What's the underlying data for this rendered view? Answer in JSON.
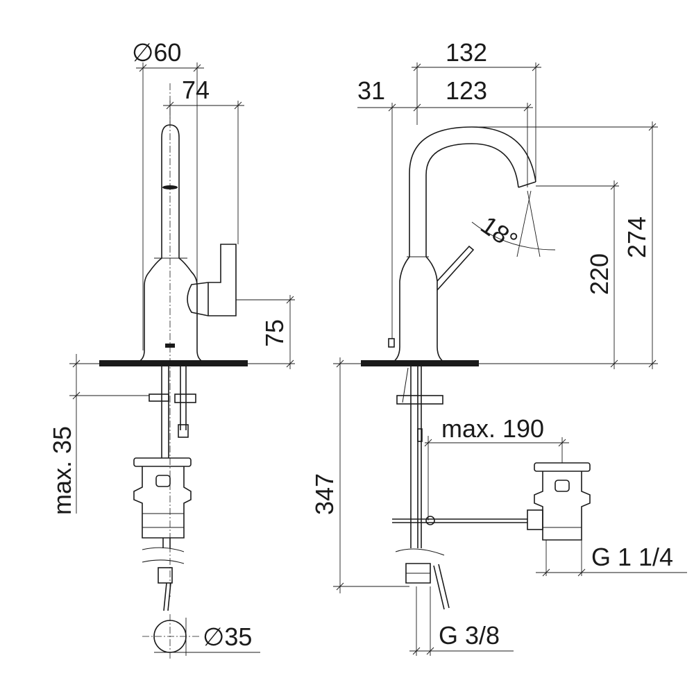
{
  "dimensions": {
    "left_view": {
      "dia_60": "∅60",
      "d_74": "74",
      "d_75": "75",
      "max_35": "max. 35",
      "dia_35": "∅35"
    },
    "right_view": {
      "d_132": "132",
      "d_31": "31",
      "d_123": "123",
      "angle_18": "18°",
      "d_274": "274",
      "d_220": "220",
      "max_190": "max. 190",
      "d_347": "347",
      "g_1_1_4": "G 1 1/4",
      "g_3_8": "G 3/8"
    }
  }
}
